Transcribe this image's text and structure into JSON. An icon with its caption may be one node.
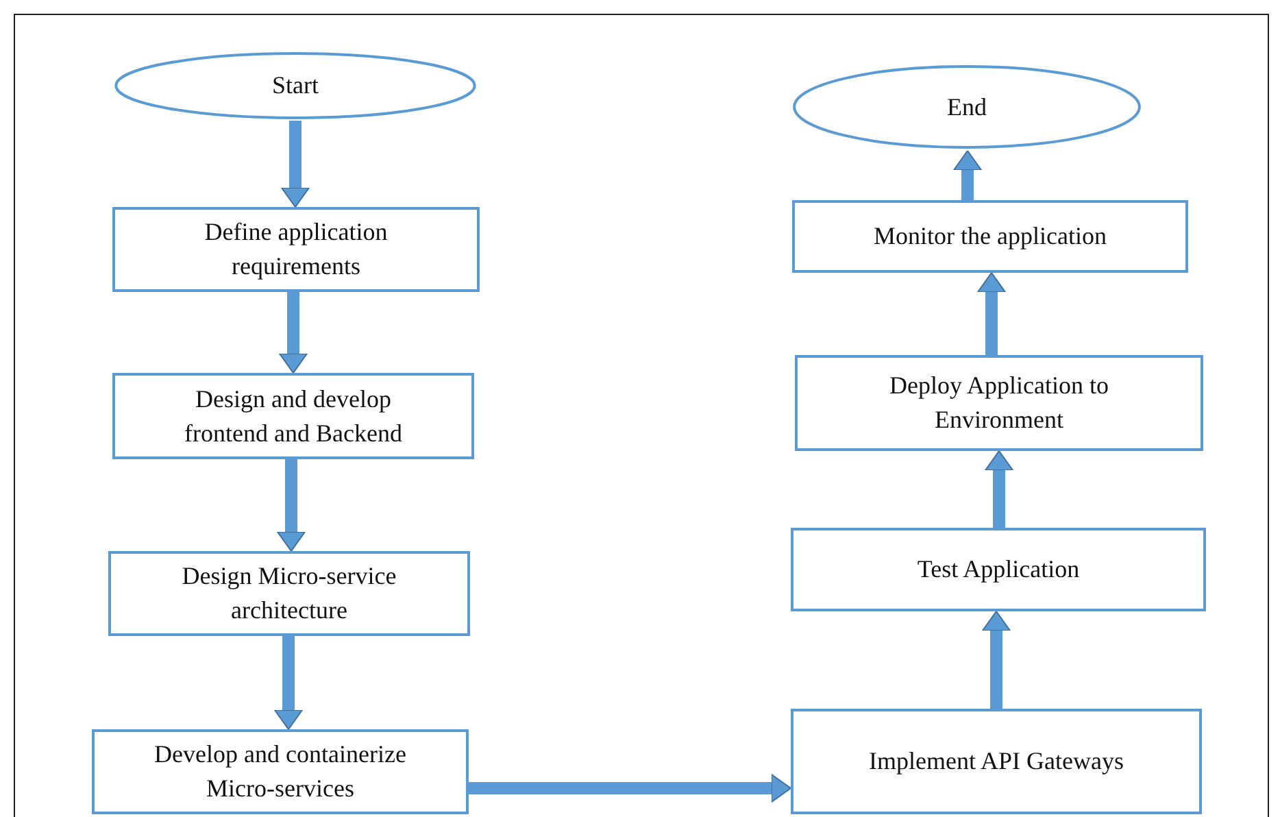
{
  "diagram": {
    "nodes": [
      {
        "text": [
          "Start"
        ]
      },
      {
        "text": [
          "Define application requirements"
        ]
      },
      {
        "text": [
          "Design and develop frontend and Backend"
        ]
      },
      {
        "text": [
          "Design Micro-service architecture"
        ]
      },
      {
        "text": [
          "Develop and containerize Micro-services"
        ]
      },
      {
        "text": [
          "Implement API Gateways"
        ]
      },
      {
        "text": [
          "Test Application"
        ]
      },
      {
        "text": [
          "Deploy Application to Environment"
        ]
      },
      {
        "text": [
          "Monitor the application"
        ]
      },
      {
        "text": [
          "End"
        ]
      }
    ],
    "edges": [
      {
        "from": 0,
        "to": 1,
        "arrow": "to"
      },
      {
        "from": 1,
        "to": 2,
        "arrow": "to"
      },
      {
        "from": 2,
        "to": 3,
        "arrow": "to"
      },
      {
        "from": 3,
        "to": 4,
        "arrow": "to"
      },
      {
        "from": 4,
        "to": 5,
        "arrow": "to"
      },
      {
        "from": 5,
        "to": 6,
        "arrow": "to"
      },
      {
        "from": 6,
        "to": 7,
        "arrow": "to"
      },
      {
        "from": 7,
        "to": 8,
        "arrow": "to"
      },
      {
        "from": 8,
        "to": 9,
        "arrow": "to"
      }
    ]
  }
}
